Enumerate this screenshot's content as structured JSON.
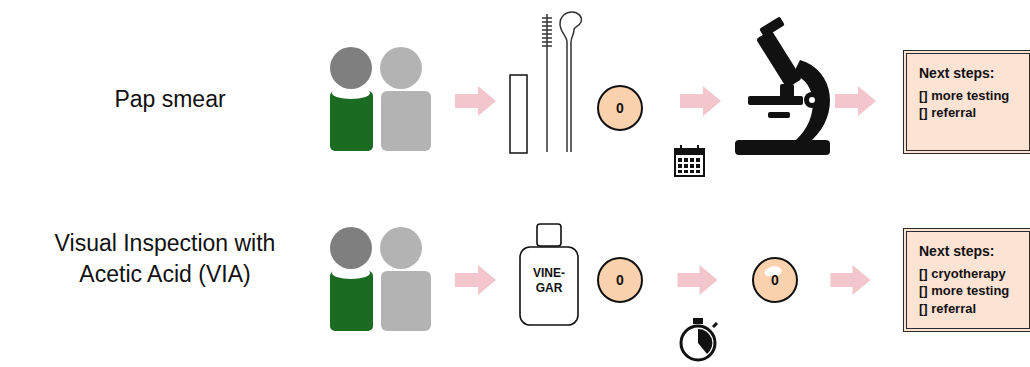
{
  "diagram": {
    "nodes": [
      {
        "text": [
          "0"
        ]
      },
      {
        "text": [
          "Next steps:",
          "[] more testing",
          "[] referral"
        ]
      },
      {
        "text": [
          "VINE- GAR"
        ]
      },
      {
        "text": [
          "0"
        ]
      },
      {
        "text": [
          "0"
        ]
      },
      {
        "text": [
          "Next steps:",
          "[] cryotherapy",
          "[] more testing",
          "[] referral"
        ]
      }
    ],
    "edges": [
      {
        "from": 3,
        "to": 4,
        "arrow": "to"
      },
      {
        "from": 4,
        "to": 5,
        "arrow": "to"
      }
    ],
    "labels": [
      "Pap smear",
      "Visual Inspection with Acetic Acid (VIA)"
    ]
  }
}
